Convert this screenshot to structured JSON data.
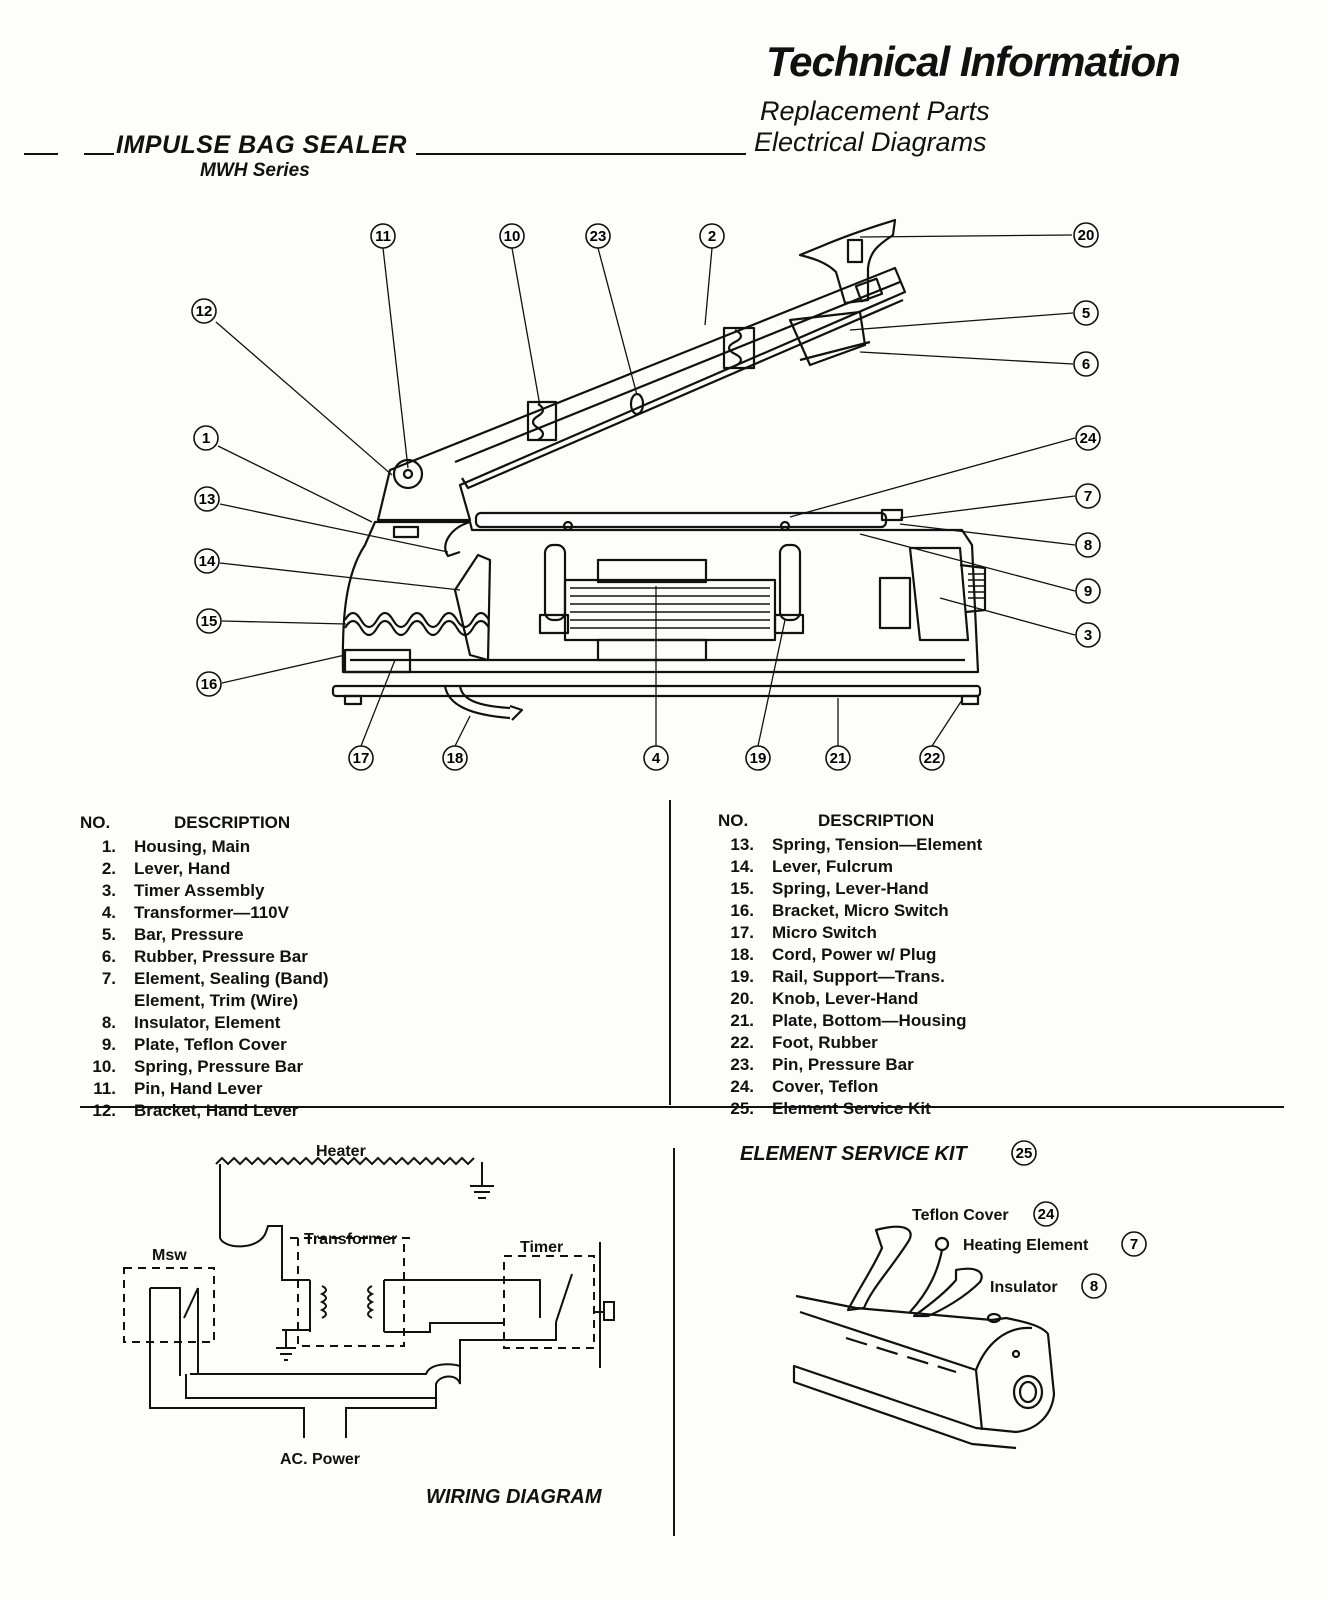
{
  "header": {
    "title": "Technical Information",
    "subtitle_1": "Replacement Parts",
    "subtitle_2": "Electrical Diagrams",
    "product": "IMPULSE BAG SEALER",
    "series": "MWH Series"
  },
  "callouts": [
    "1",
    "2",
    "3",
    "4",
    "5",
    "6",
    "7",
    "8",
    "9",
    "10",
    "11",
    "12",
    "13",
    "14",
    "15",
    "16",
    "17",
    "18",
    "19",
    "20",
    "21",
    "22",
    "23",
    "24"
  ],
  "parts_table": {
    "col_no": "NO.",
    "col_desc": "DESCRIPTION",
    "left": [
      {
        "no": "1.",
        "desc": "Housing, Main"
      },
      {
        "no": "2.",
        "desc": "Lever, Hand"
      },
      {
        "no": "3.",
        "desc": "Timer Assembly"
      },
      {
        "no": "4.",
        "desc": "Transformer—110V"
      },
      {
        "no": "5.",
        "desc": "Bar, Pressure"
      },
      {
        "no": "6.",
        "desc": "Rubber, Pressure Bar"
      },
      {
        "no": "7.",
        "desc": "Element, Sealing (Band)"
      },
      {
        "no": "",
        "desc": "Element, Trim (Wire)"
      },
      {
        "no": "8.",
        "desc": "Insulator, Element"
      },
      {
        "no": "9.",
        "desc": "Plate, Teflon Cover"
      },
      {
        "no": "10.",
        "desc": "Spring, Pressure Bar"
      },
      {
        "no": "11.",
        "desc": "Pin, Hand Lever"
      },
      {
        "no": "12.",
        "desc": "Bracket, Hand Lever"
      }
    ],
    "right": [
      {
        "no": "13.",
        "desc": "Spring, Tension—Element"
      },
      {
        "no": "14.",
        "desc": "Lever, Fulcrum"
      },
      {
        "no": "15.",
        "desc": "Spring, Lever-Hand"
      },
      {
        "no": "16.",
        "desc": "Bracket, Micro Switch"
      },
      {
        "no": "17.",
        "desc": "Micro Switch"
      },
      {
        "no": "18.",
        "desc": "Cord, Power w/ Plug"
      },
      {
        "no": "19.",
        "desc": "Rail, Support—Trans."
      },
      {
        "no": "20.",
        "desc": "Knob, Lever-Hand"
      },
      {
        "no": "21.",
        "desc": "Plate, Bottom—Housing"
      },
      {
        "no": "22.",
        "desc": "Foot, Rubber"
      },
      {
        "no": "23.",
        "desc": "Pin, Pressure Bar"
      },
      {
        "no": "24.",
        "desc": "Cover, Teflon"
      },
      {
        "no": "25.",
        "desc": "Element Service Kit"
      }
    ]
  },
  "wiring": {
    "heater": "Heater",
    "transformer": "Transformer",
    "timer": "Timer",
    "msw": "Msw",
    "ac_power": "AC. Power",
    "caption": "WIRING DIAGRAM"
  },
  "kit": {
    "title": "ELEMENT SERVICE KIT",
    "title_no": "25",
    "teflon_cover": "Teflon Cover",
    "teflon_cover_no": "24",
    "heating_element": "Heating Element",
    "heating_element_no": "7",
    "insulator": "Insulator",
    "insulator_no": "8"
  }
}
